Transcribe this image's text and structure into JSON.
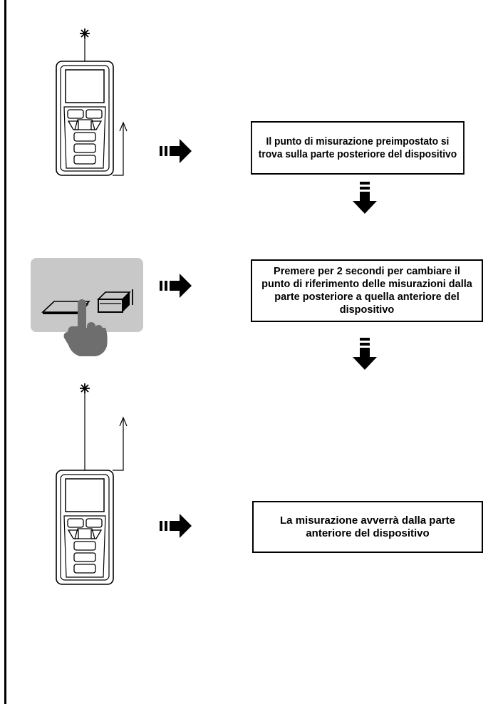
{
  "steps": [
    {
      "text": "Il punto di misurazione preimpostato si trova sulla parte posteriore del dispositivo",
      "illustration": "device-rear-reference",
      "icon": "double-arrow-right-icon"
    },
    {
      "text": "Premere per 2 secondi per cambiare il punto di riferimento delle misurazioni dalla parte posteriore a quella anteriore del dispositivo",
      "illustration": "reference-button-press",
      "icon": "double-arrow-right-icon"
    },
    {
      "text": "La misurazione avverrà dalla parte anteriore del dispositivo",
      "illustration": "device-front-reference",
      "icon": "double-arrow-right-icon"
    }
  ],
  "colors": {
    "line": "#000000",
    "panel": "#c8c8c8",
    "hand": "#6e6e6e"
  }
}
